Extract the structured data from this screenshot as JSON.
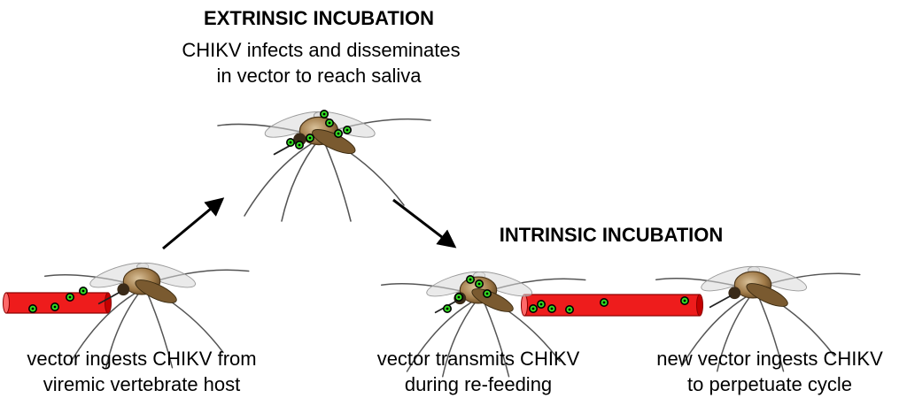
{
  "headings": {
    "extrinsic": "EXTRINSIC INCUBATION",
    "intrinsic": "INTRINSIC INCUBATION"
  },
  "captions": {
    "extrinsic_line1": "CHIKV infects and disseminates",
    "extrinsic_line2": "in vector to reach saliva",
    "ingest_line1": "vector ingests CHIKV from",
    "ingest_line2": "viremic vertebrate host",
    "transmit_line1": "vector transmits CHIKV",
    "transmit_line2": "during re-feeding",
    "new_line1": "new vector ingests CHIKV",
    "new_line2": "to perpetuate cycle"
  },
  "colors": {
    "blood_vessel": "#ee1c1c",
    "virus": "#33dd22",
    "mosquito_body": "#b08a5a",
    "arrow": "#000000"
  },
  "icons": [
    "mosquito-icon",
    "blood-vessel-icon",
    "virus-particle-icon",
    "arrow-icon"
  ]
}
